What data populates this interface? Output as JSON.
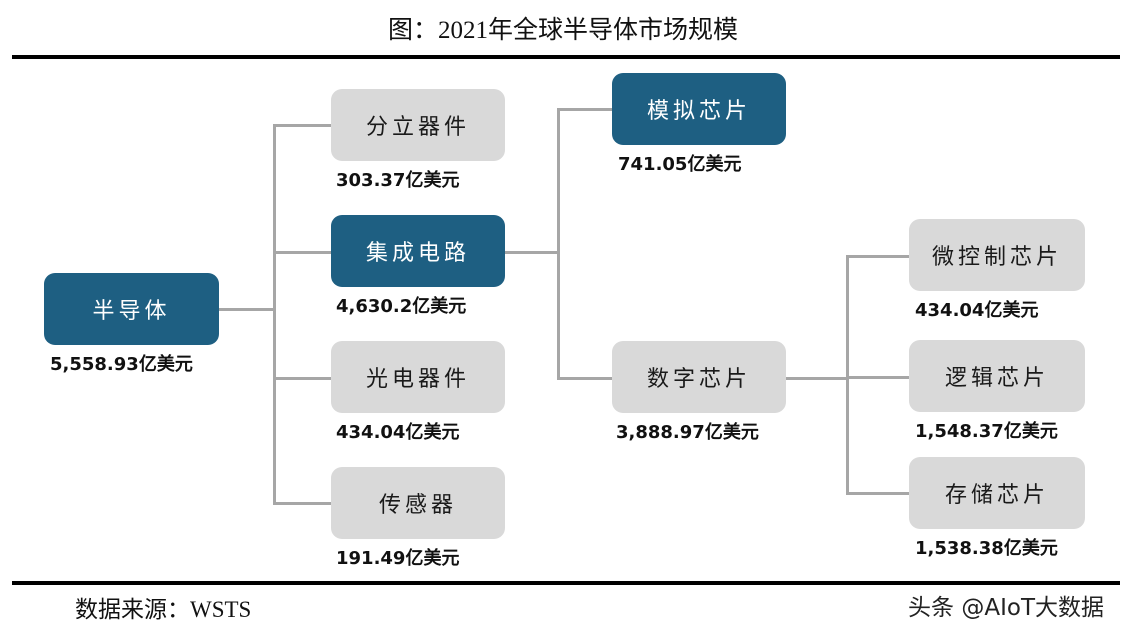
{
  "header": {
    "title": "图：2021年全球半导体市场规模"
  },
  "footer": {
    "source": "数据来源：WSTS",
    "watermark": "头条 @AIoT大数据"
  },
  "colors": {
    "dark_node": "#1e5f82",
    "light_node": "#d9d9d9",
    "connector": "#a6a6a6"
  },
  "nodes": {
    "semiconductor": {
      "label": "半导体",
      "value": "5,558.93亿美元"
    },
    "discrete": {
      "label": "分立器件",
      "value": "303.37亿美元"
    },
    "ic": {
      "label": "集成电路",
      "value": "4,630.2亿美元"
    },
    "optoelectronics": {
      "label": "光电器件",
      "value": "434.04亿美元"
    },
    "sensors": {
      "label": "传感器",
      "value": "191.49亿美元"
    },
    "analog": {
      "label": "模拟芯片",
      "value": "741.05亿美元"
    },
    "digital": {
      "label": "数字芯片",
      "value": "3,888.97亿美元"
    },
    "mcu": {
      "label": "微控制芯片",
      "value": "434.04亿美元"
    },
    "logic": {
      "label": "逻辑芯片",
      "value": "1,548.37亿美元"
    },
    "memory": {
      "label": "存储芯片",
      "value": "1,538.38亿美元"
    }
  }
}
